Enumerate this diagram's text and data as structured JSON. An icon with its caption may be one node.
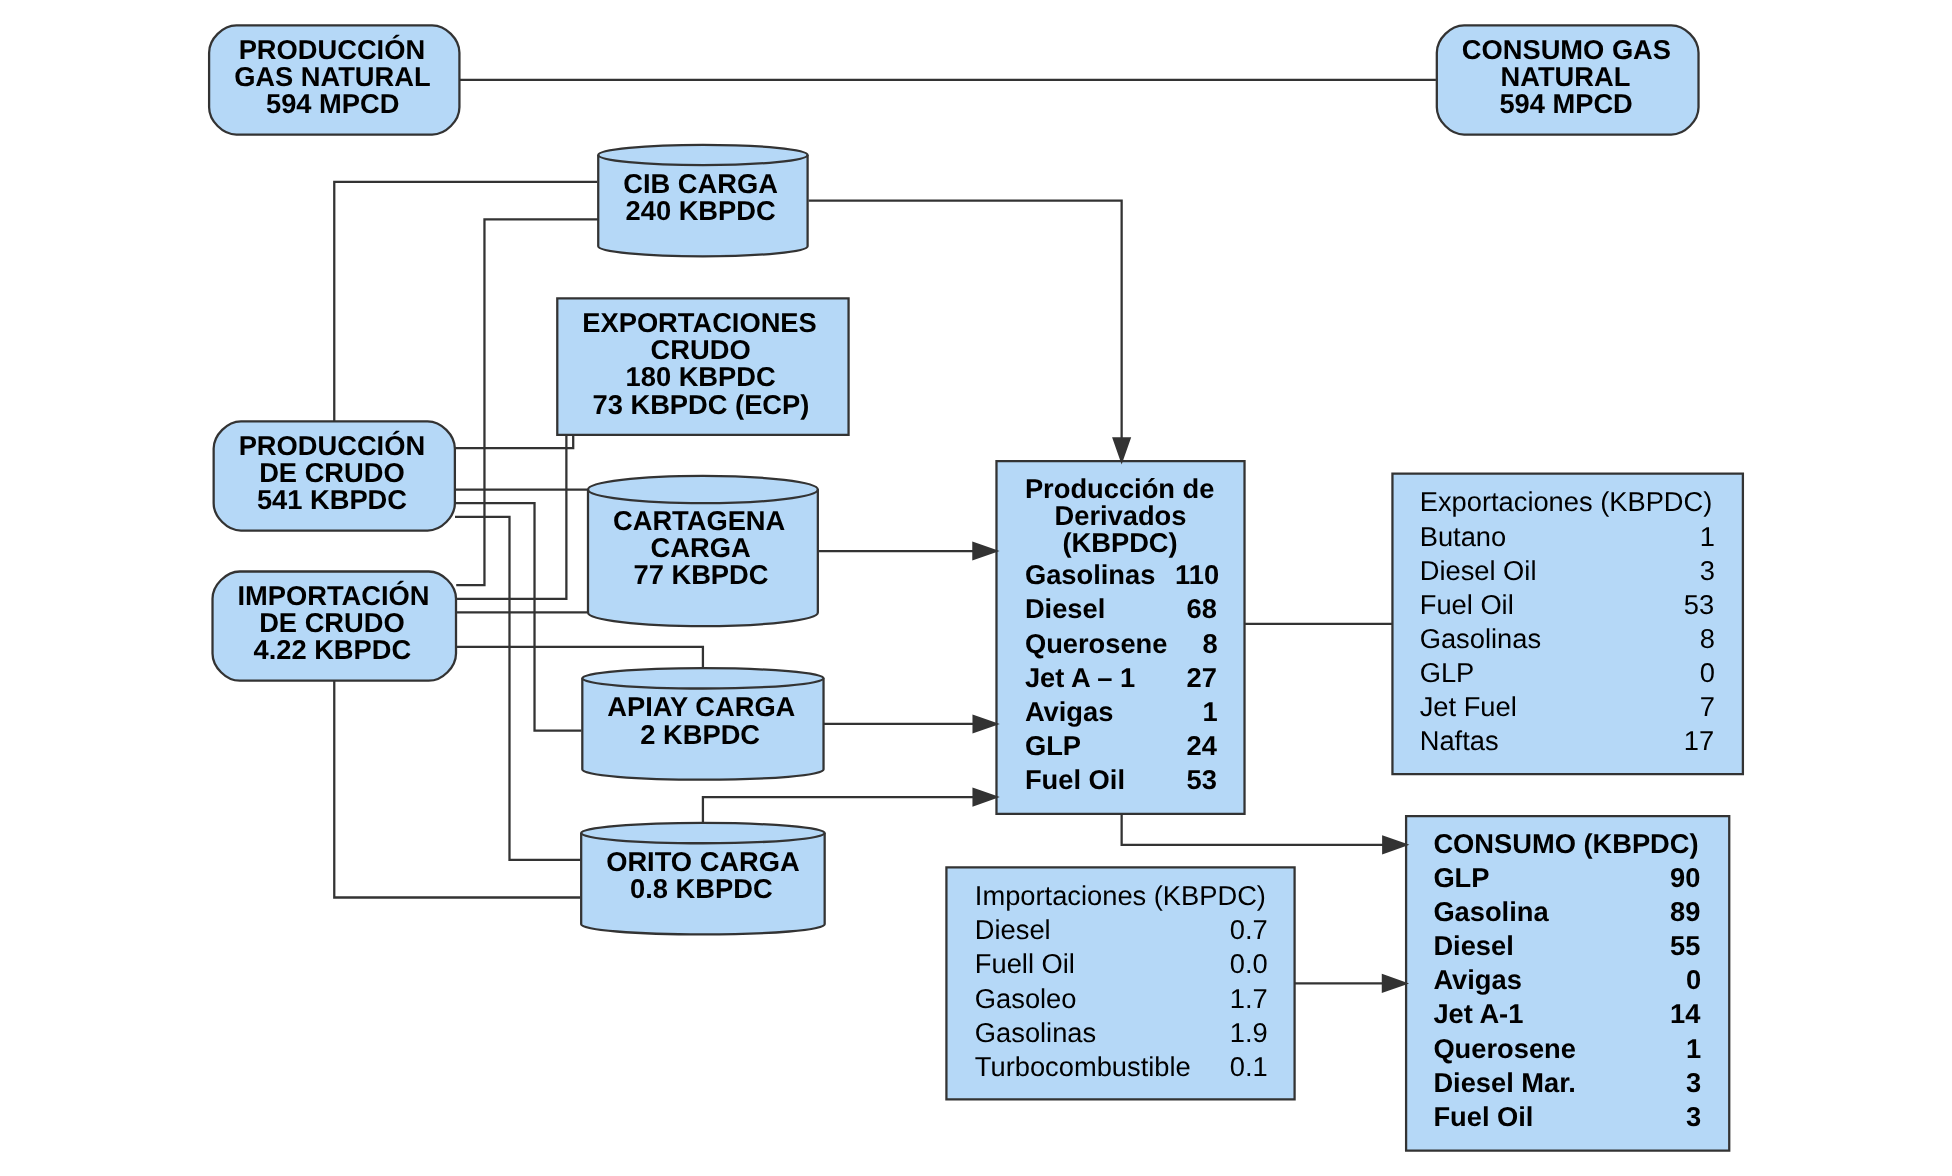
{
  "diagram": {
    "nodes": [
      {
        "text": [
          "PRODUCCIÓN DE CRUDO",
          "541 KBPDC"
        ]
      },
      {
        "text": [
          "IMPORTACIÓN DE CRUDO",
          "4.22 KBPDC"
        ]
      },
      {
        "text": [
          "PRODUCCIÓN GAS NATURAL",
          "594 MPCD"
        ]
      },
      {
        "text": [
          "EXPORTACIONES CRUDO",
          "180 KBPDC",
          "73 KBPDC (ECP)"
        ]
      },
      {
        "text": [
          "CIB CARGA",
          "240 KBPDC"
        ]
      },
      {
        "text": [
          "CARTAGENA CARGA",
          "77 KBPDC"
        ]
      },
      {
        "text": [
          "APIAY CARGA",
          "2 KBPDC"
        ]
      },
      {
        "text": [
          "ORITO CARGA",
          "0.8 KBPDC"
        ]
      },
      {
        "text": [
          "Producción de Derivados (KBPDC)",
          "Gasolinas 110",
          "Diesel 68",
          "Querosene 8",
          "Jet A – 1 27",
          "Avigas 1",
          "GLP 24",
          "Fuel Oil 53"
        ]
      },
      {
        "text": [
          "Exportaciones (KBPDC)",
          "Butano 1",
          "Diesel Oil 3",
          "Fuel Oil 53",
          "Gasolinas 8",
          "GLP 0",
          "Jet Fuel 7",
          "Naftas 17"
        ]
      },
      {
        "text": [
          "CONSUMO (KBPDC)",
          "GLP 90",
          "Gasolina 89",
          "Diesel 55",
          "Avigas 0",
          "Jet A-1 14",
          "Querosene 1",
          "Diesel Mar. 3",
          "Fuel Oil 3"
        ]
      },
      {
        "text": [
          "Importaciones (KBPDC)",
          "Diesel 0.7",
          "Fuell Oil 0.0",
          "Gasoleo 1.7",
          "Gasolinas 1.9",
          "Turbocombustible 0.1"
        ]
      },
      {
        "text": [
          "CONSUMO GAS NATURAL",
          "594 MPCD"
        ]
      }
    ],
    "edges": [
      {
        "from": 0,
        "to": 3,
        "arrow": "none"
      },
      {
        "from": 0,
        "to": 4,
        "arrow": "none"
      },
      {
        "from": 0,
        "to": 5,
        "arrow": "none"
      },
      {
        "from": 0,
        "to": 6,
        "arrow": "none"
      },
      {
        "from": 0,
        "to": 7,
        "arrow": "none"
      },
      {
        "from": 1,
        "to": 3,
        "arrow": "none"
      },
      {
        "from": 1,
        "to": 4,
        "arrow": "none"
      },
      {
        "from": 1,
        "to": 5,
        "arrow": "none"
      },
      {
        "from": 1,
        "to": 6,
        "arrow": "none"
      },
      {
        "from": 1,
        "to": 7,
        "arrow": "none"
      },
      {
        "from": 4,
        "to": 8,
        "arrow": "to"
      },
      {
        "from": 5,
        "to": 8,
        "arrow": "to"
      },
      {
        "from": 6,
        "to": 8,
        "arrow": "to"
      },
      {
        "from": 7,
        "to": 8,
        "arrow": "to"
      },
      {
        "from": 8,
        "to": 9,
        "arrow": "none"
      },
      {
        "from": 8,
        "to": 10,
        "arrow": "to"
      },
      {
        "from": 11,
        "to": 10,
        "arrow": "to"
      },
      {
        "from": 2,
        "to": 12,
        "arrow": "none"
      }
    ]
  }
}
